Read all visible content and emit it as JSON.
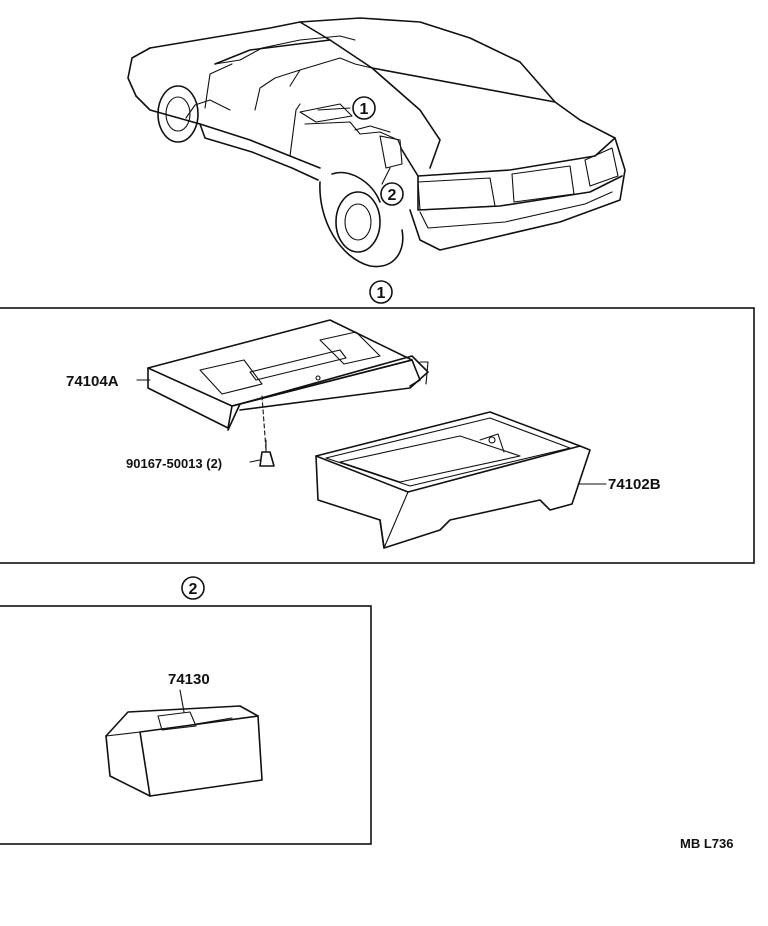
{
  "callouts": {
    "one": "1",
    "two": "2"
  },
  "parts": {
    "top_plate": "74104A",
    "screw": "90167-50013 (2)",
    "ashtray_rear": "74102B",
    "ashtray_small": "74130"
  },
  "diagram_code": "MB L736"
}
